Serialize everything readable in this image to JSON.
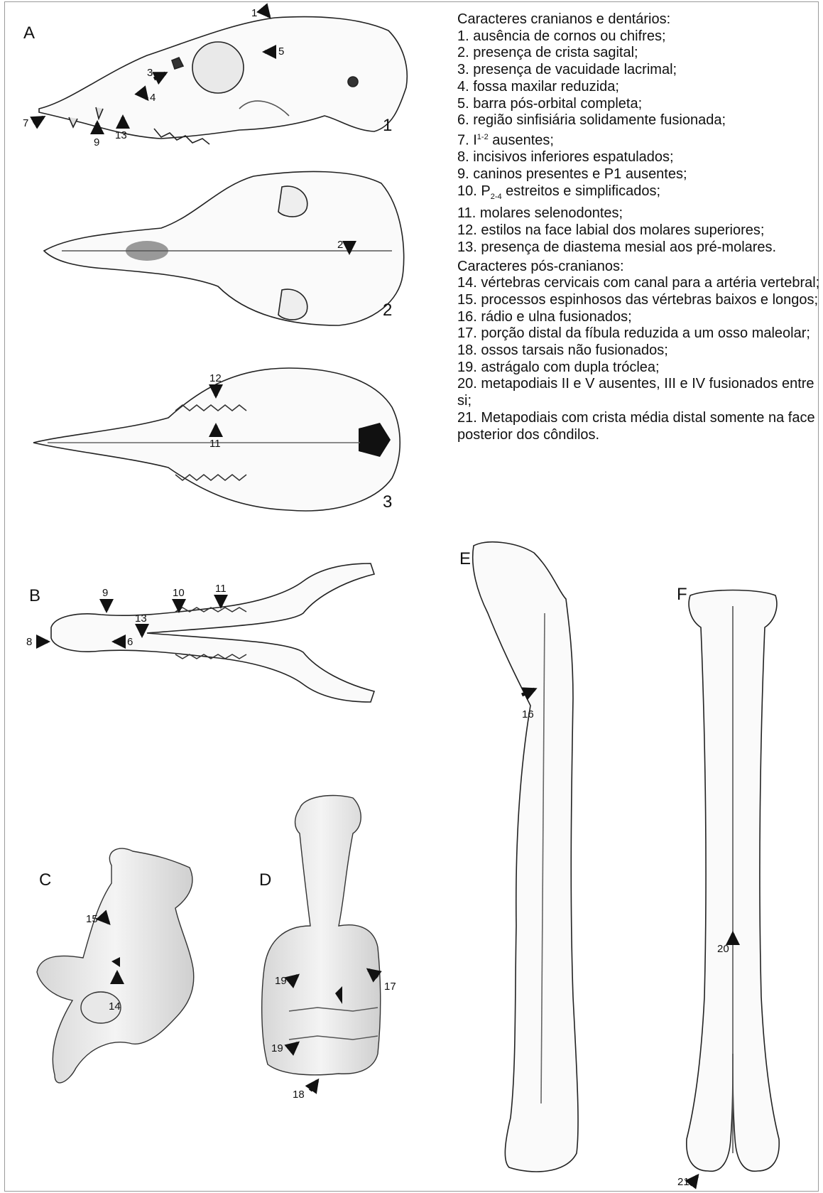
{
  "panels": {
    "A": "A",
    "B": "B",
    "C": "C",
    "D": "D",
    "E": "E",
    "F": "F"
  },
  "views": {
    "v1": "1",
    "v2": "2",
    "v3": "3"
  },
  "cranial": {
    "heading": "Caracteres cranianos e dentários:",
    "items": [
      "1. ausência de cornos ou chifres;",
      "2. presença de crista sagital;",
      "3. presença de vacuidade lacrimal;",
      "4. fossa maxilar reduzida;",
      "5. barra pós-orbital completa;",
      "6. região sinfisiária solidamente fusionada;",
      "8. incisivos inferiores espatulados;",
      "9. caninos presentes e P1 ausentes;",
      "11. molares selenodontes;",
      "12. estilos na face labial dos molares superiores;",
      "13. presença de diastema mesial aos pré-molares."
    ],
    "item7": {
      "prefix": "7. I",
      "sup": "1-2",
      "suffix": " ausentes;"
    },
    "item10": {
      "prefix": "10. P",
      "sub": "2-4",
      "suffix": " estreitos e simplificados;"
    }
  },
  "postcranial": {
    "heading": "Caracteres pós-cranianos:",
    "items": [
      "14. vértebras cervicais com canal para a artéria vertebral;",
      "15. processos espinhosos das vértebras baixos e longos;",
      "16. rádio e ulna fusionados;",
      "17. porção distal da fíbula reduzida a um osso maleolar;",
      "18. ossos tarsais não fusionados;",
      "19. astrágalo com dupla tróclea;",
      "20. metapodiais II e V ausentes, III e IV fusionados entre si;",
      "21. Metapodiais com crista média distal somente na face posterior dos côndilos."
    ]
  },
  "markers": {
    "m1": "1",
    "m2": "2",
    "m3": "3",
    "m4": "4",
    "m5": "5",
    "m7": "7",
    "m9": "9",
    "m13": "13",
    "m12": "12",
    "m11": "11",
    "mb9": "9",
    "mb13": "13",
    "mb10": "10",
    "mb11": "11",
    "mb8": "8",
    "mb6": "6",
    "m16": "16",
    "m15": "15",
    "m14": "14",
    "m19a": "19",
    "m19b": "19",
    "m17": "17",
    "m18": "18",
    "m20": "20",
    "m21": "21"
  }
}
